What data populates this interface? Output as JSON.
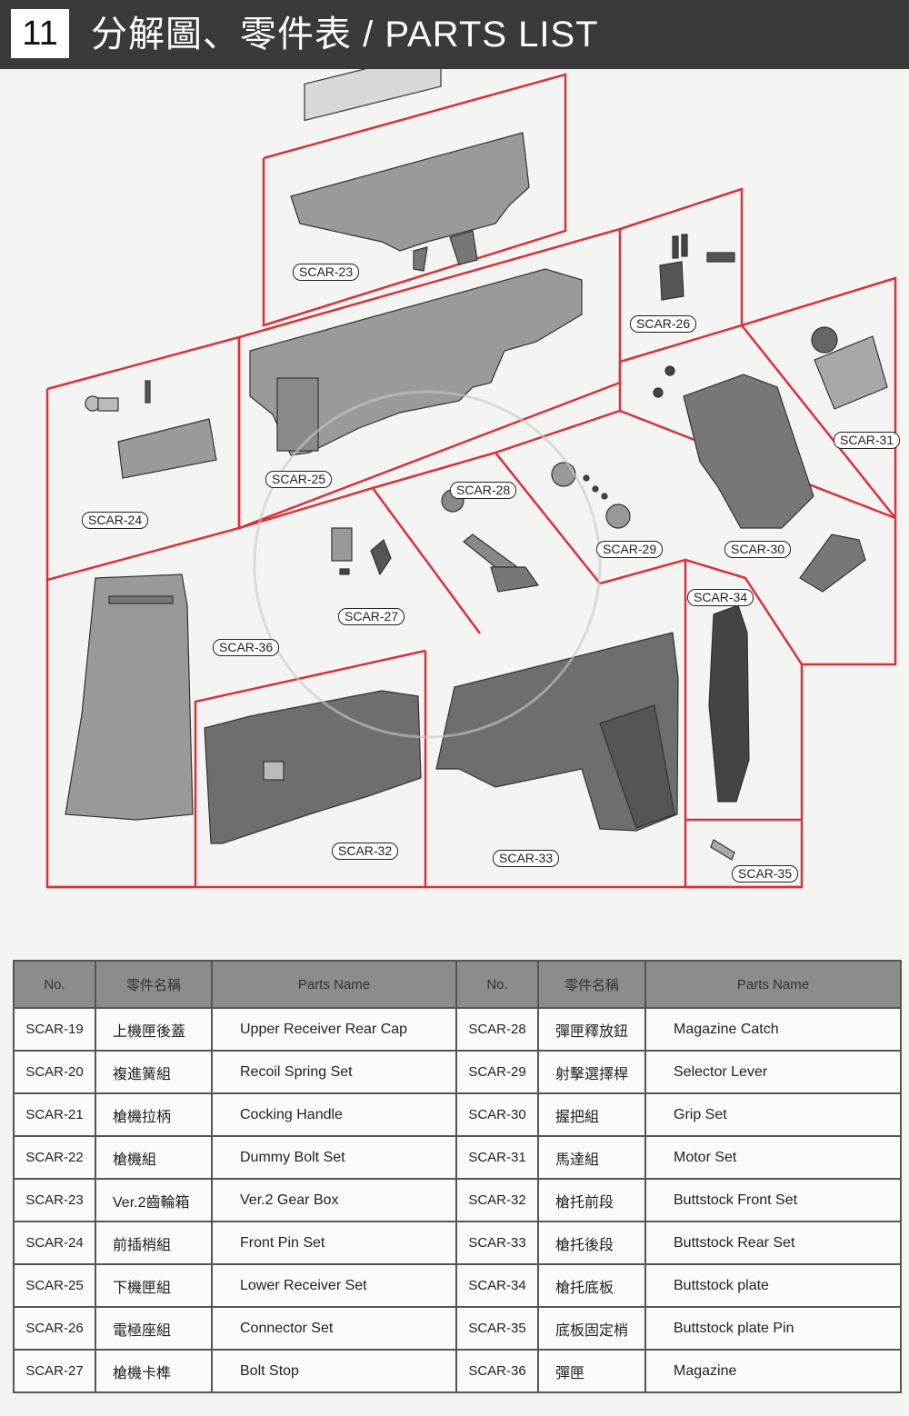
{
  "header": {
    "section_number": "11",
    "title": "分解圖、零件表 / PARTS LIST"
  },
  "diagram": {
    "labels": [
      "SCAR-23",
      "SCAR-26",
      "SCAR-31",
      "SCAR-24",
      "SCAR-25",
      "SCAR-28",
      "SCAR-29",
      "SCAR-30",
      "SCAR-27",
      "SCAR-34",
      "SCAR-36",
      "SCAR-32",
      "SCAR-33",
      "SCAR-35"
    ],
    "accent_color": "#d9323c"
  },
  "table": {
    "headers": [
      "No.",
      "零件名稱",
      "Parts Name",
      "No.",
      "零件名稱",
      "Parts Name"
    ],
    "rows": [
      [
        "SCAR-19",
        "上機匣後蓋",
        "Upper Receiver Rear Cap",
        "SCAR-28",
        "彈匣釋放鈕",
        "Magazine Catch"
      ],
      [
        "SCAR-20",
        "複進簧組",
        "Recoil Spring Set",
        "SCAR-29",
        "射擊選擇桿",
        "Selector Lever"
      ],
      [
        "SCAR-21",
        "槍機拉柄",
        "Cocking Handle",
        "SCAR-30",
        "握把組",
        "Grip Set"
      ],
      [
        "SCAR-22",
        "槍機組",
        "Dummy Bolt Set",
        "SCAR-31",
        "馬達組",
        "Motor Set"
      ],
      [
        "SCAR-23",
        "Ver.2齒輪箱",
        "Ver.2 Gear Box",
        "SCAR-32",
        "槍托前段",
        "Buttstock Front Set"
      ],
      [
        "SCAR-24",
        "前插梢組",
        "Front Pin Set",
        "SCAR-33",
        "槍托後段",
        "Buttstock Rear Set"
      ],
      [
        "SCAR-25",
        "下機匣組",
        "Lower Receiver Set",
        "SCAR-34",
        "槍托底板",
        "Buttstock plate"
      ],
      [
        "SCAR-26",
        "電極座組",
        "Connector Set",
        "SCAR-35",
        "底板固定梢",
        "Buttstock plate Pin"
      ],
      [
        "SCAR-27",
        "槍機卡榫",
        "Bolt Stop",
        "SCAR-36",
        "彈匣",
        "Magazine"
      ]
    ]
  }
}
